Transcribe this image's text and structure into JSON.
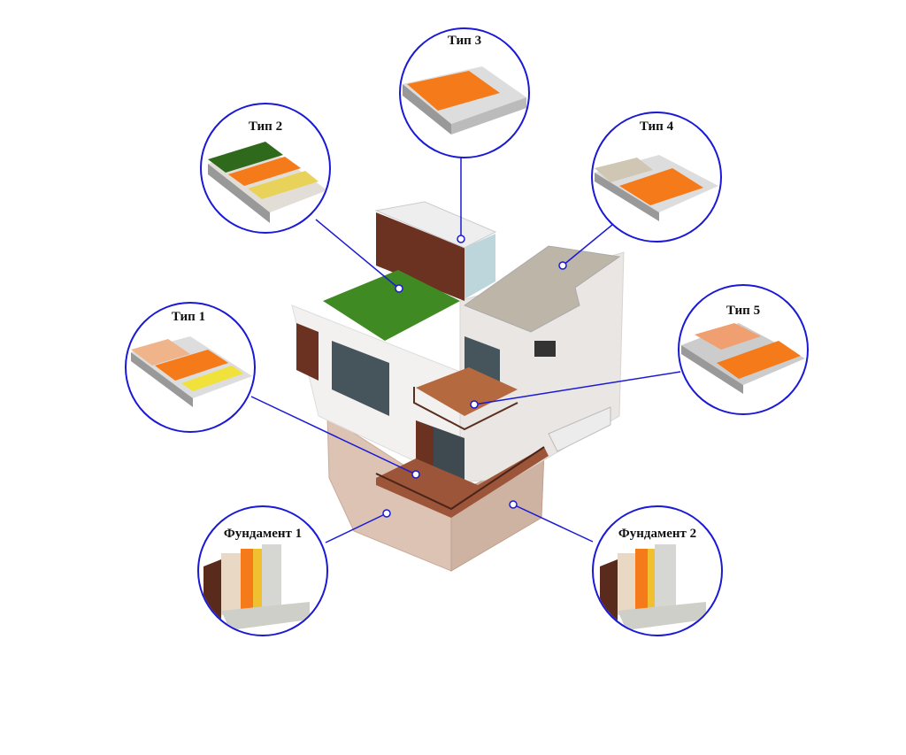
{
  "colors": {
    "accent": "#1a1ad6",
    "orange": "#f47a1a",
    "grass": "#3f8a22",
    "wood": "#6b3222",
    "deck": "#a0583a",
    "wall": "#f2f0ee",
    "brick": "#d9bfb0"
  },
  "callouts": [
    {
      "id": "tip-3",
      "label": "Тип 3",
      "target": "upper-roof"
    },
    {
      "id": "tip-2",
      "label": "Тип 2",
      "target": "green-roof"
    },
    {
      "id": "tip-4",
      "label": "Тип 4",
      "target": "gravel-roof"
    },
    {
      "id": "tip-1",
      "label": "Тип 1",
      "target": "ground-terrace"
    },
    {
      "id": "tip-5",
      "label": "Тип 5",
      "target": "balcony"
    },
    {
      "id": "fundament-1",
      "label": "Фундамент 1",
      "target": "foundation-left"
    },
    {
      "id": "fundament-2",
      "label": "Фундамент 2",
      "target": "foundation-right"
    }
  ]
}
